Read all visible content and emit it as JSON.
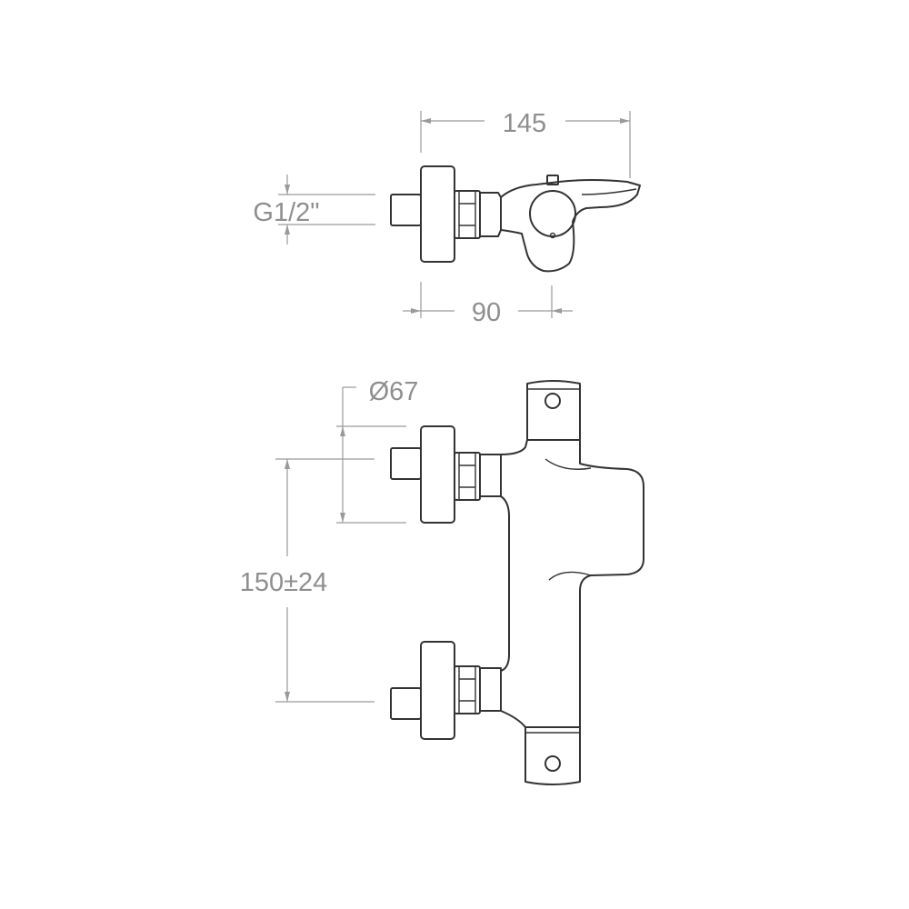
{
  "diagram": {
    "dimensions": {
      "overall_length": "145",
      "connection_thread": "G1/2\"",
      "wall_projection": "90",
      "flange_diameter": "Ø67",
      "inlet_spacing": "150±24"
    }
  }
}
